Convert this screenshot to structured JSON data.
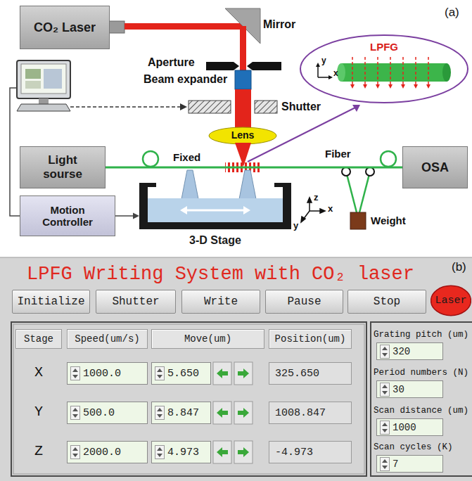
{
  "diagram": {
    "nodes": [
      {
        "text": [
          "CO₂ Laser"
        ]
      },
      {
        "text": [
          "LPFG"
        ]
      },
      {
        "text": [
          "Light sourse"
        ]
      },
      {
        "text": [
          "OSA"
        ]
      },
      {
        "text": [
          "3-D Stage"
        ]
      },
      {
        "text": [
          "Motion Controller"
        ]
      },
      {
        "text": [
          "Initialize"
        ]
      },
      {
        "text": [
          "Shutter"
        ]
      },
      {
        "text": [
          "Write"
        ]
      },
      {
        "text": [
          "Pause"
        ]
      },
      {
        "text": [
          "Stop"
        ]
      },
      {
        "text": [
          "Laser"
        ]
      },
      {
        "text": [
          "Stage"
        ]
      },
      {
        "text": [
          "Speed(um/s)"
        ]
      },
      {
        "text": [
          "Move(um)"
        ]
      },
      {
        "text": [
          "Position(um)"
        ]
      },
      {
        "text": [
          "1000.0"
        ]
      },
      {
        "text": [
          "5.650"
        ]
      },
      {
        "text": [
          "325.650"
        ]
      },
      {
        "text": [
          "500.0"
        ]
      },
      {
        "text": [
          "8.847"
        ]
      },
      {
        "text": [
          "1008.847"
        ]
      },
      {
        "text": [
          "2000.0"
        ]
      },
      {
        "text": [
          "4.973"
        ]
      },
      {
        "text": [
          "-4.973"
        ]
      },
      {
        "text": [
          "320"
        ]
      },
      {
        "text": [
          "30"
        ]
      },
      {
        "text": [
          "1000"
        ]
      },
      {
        "text": [
          "7"
        ]
      }
    ],
    "edges": [
      {
        "from": 2,
        "to": 3,
        "arrow": "none"
      },
      {
        "from": 5,
        "to": 4,
        "arrow": "to"
      }
    ],
    "labels": [
      "(a)",
      "Mirror",
      "Aperture",
      "Beam expander",
      "Shutter",
      "Lens",
      "Fixed",
      "Fiber",
      "Weight",
      "z",
      "x",
      "y",
      "y",
      "x",
      "(b)",
      "LPFG Writing System with CO₂ laser",
      "X",
      "Y",
      "Z",
      "Grating pitch (um)",
      "Period numbers (N)",
      "Scan distance (um)",
      "Scan cycles (K)"
    ]
  }
}
